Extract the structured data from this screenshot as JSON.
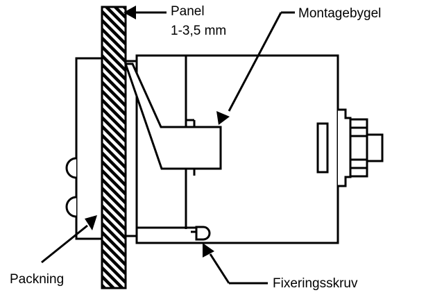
{
  "labels": {
    "panel": "Panel",
    "panel_thickness": "1-3,5 mm",
    "bracket": "Montagebygel",
    "gasket": "Packning",
    "screw": "Fixeringsskruv"
  },
  "colors": {
    "line": "#000000",
    "background": "#ffffff"
  }
}
